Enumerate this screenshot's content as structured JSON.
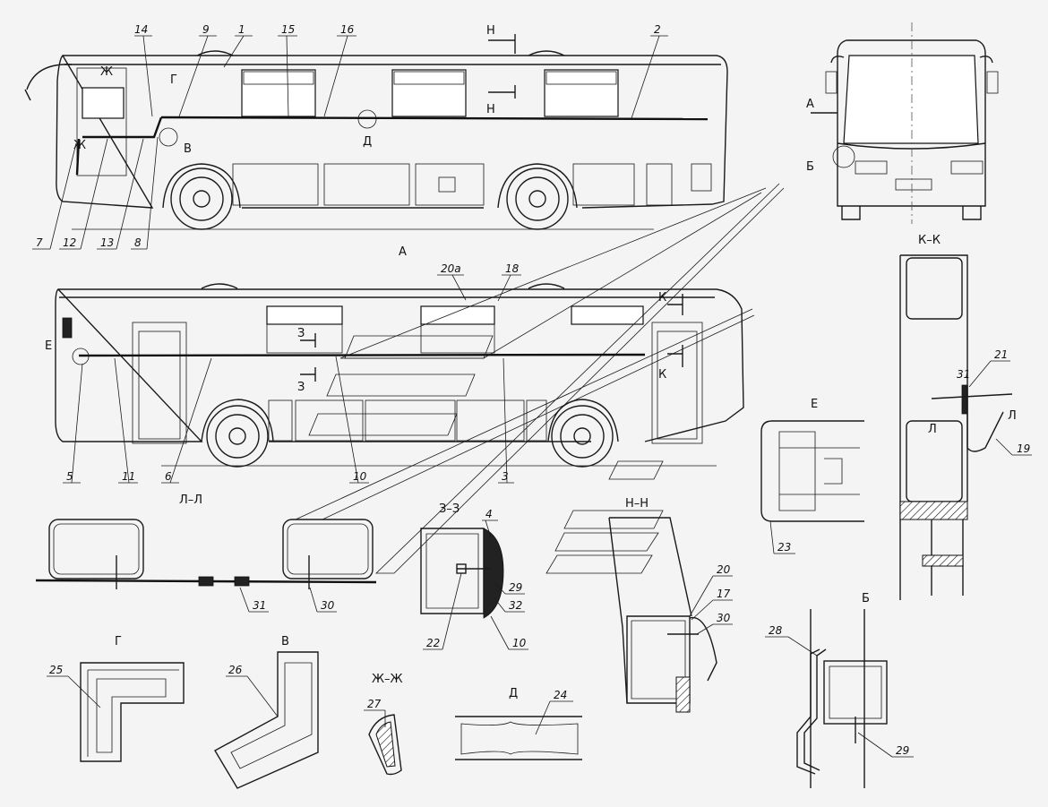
{
  "views": {
    "section_a": "А",
    "section_kk": "К–К",
    "section_ll": "Л–Л",
    "section_zz_3": "З–З",
    "section_nn": "Н–Н",
    "section_zhzh": "Ж–Ж",
    "detail_e": "Е",
    "detail_g": "Г",
    "detail_v": "В",
    "detail_d": "Д",
    "detail_b": "Б"
  },
  "markers": {
    "n": "Н",
    "g": "Г",
    "v": "В",
    "d": "Д",
    "zh": "Ж",
    "e": "Е",
    "a": "А",
    "b": "Б",
    "k": "К",
    "z": "З",
    "l": "Л"
  },
  "callouts": {
    "c1": "1",
    "c2": "2",
    "c3": "3",
    "c4": "4",
    "c5": "5",
    "c6": "6",
    "c7": "7",
    "c8": "8",
    "c9": "9",
    "c10": "10",
    "c11": "11",
    "c12": "12",
    "c13": "13",
    "c14": "14",
    "c15": "15",
    "c16": "16",
    "c17": "17",
    "c18": "18",
    "c19": "19",
    "c20": "20",
    "c20a": "20а",
    "c21": "21",
    "c22": "22",
    "c23": "23",
    "c24": "24",
    "c25": "25",
    "c26": "26",
    "c27": "27",
    "c28": "28",
    "c29": "29",
    "c30": "30",
    "c31": "31",
    "c32": "32"
  }
}
